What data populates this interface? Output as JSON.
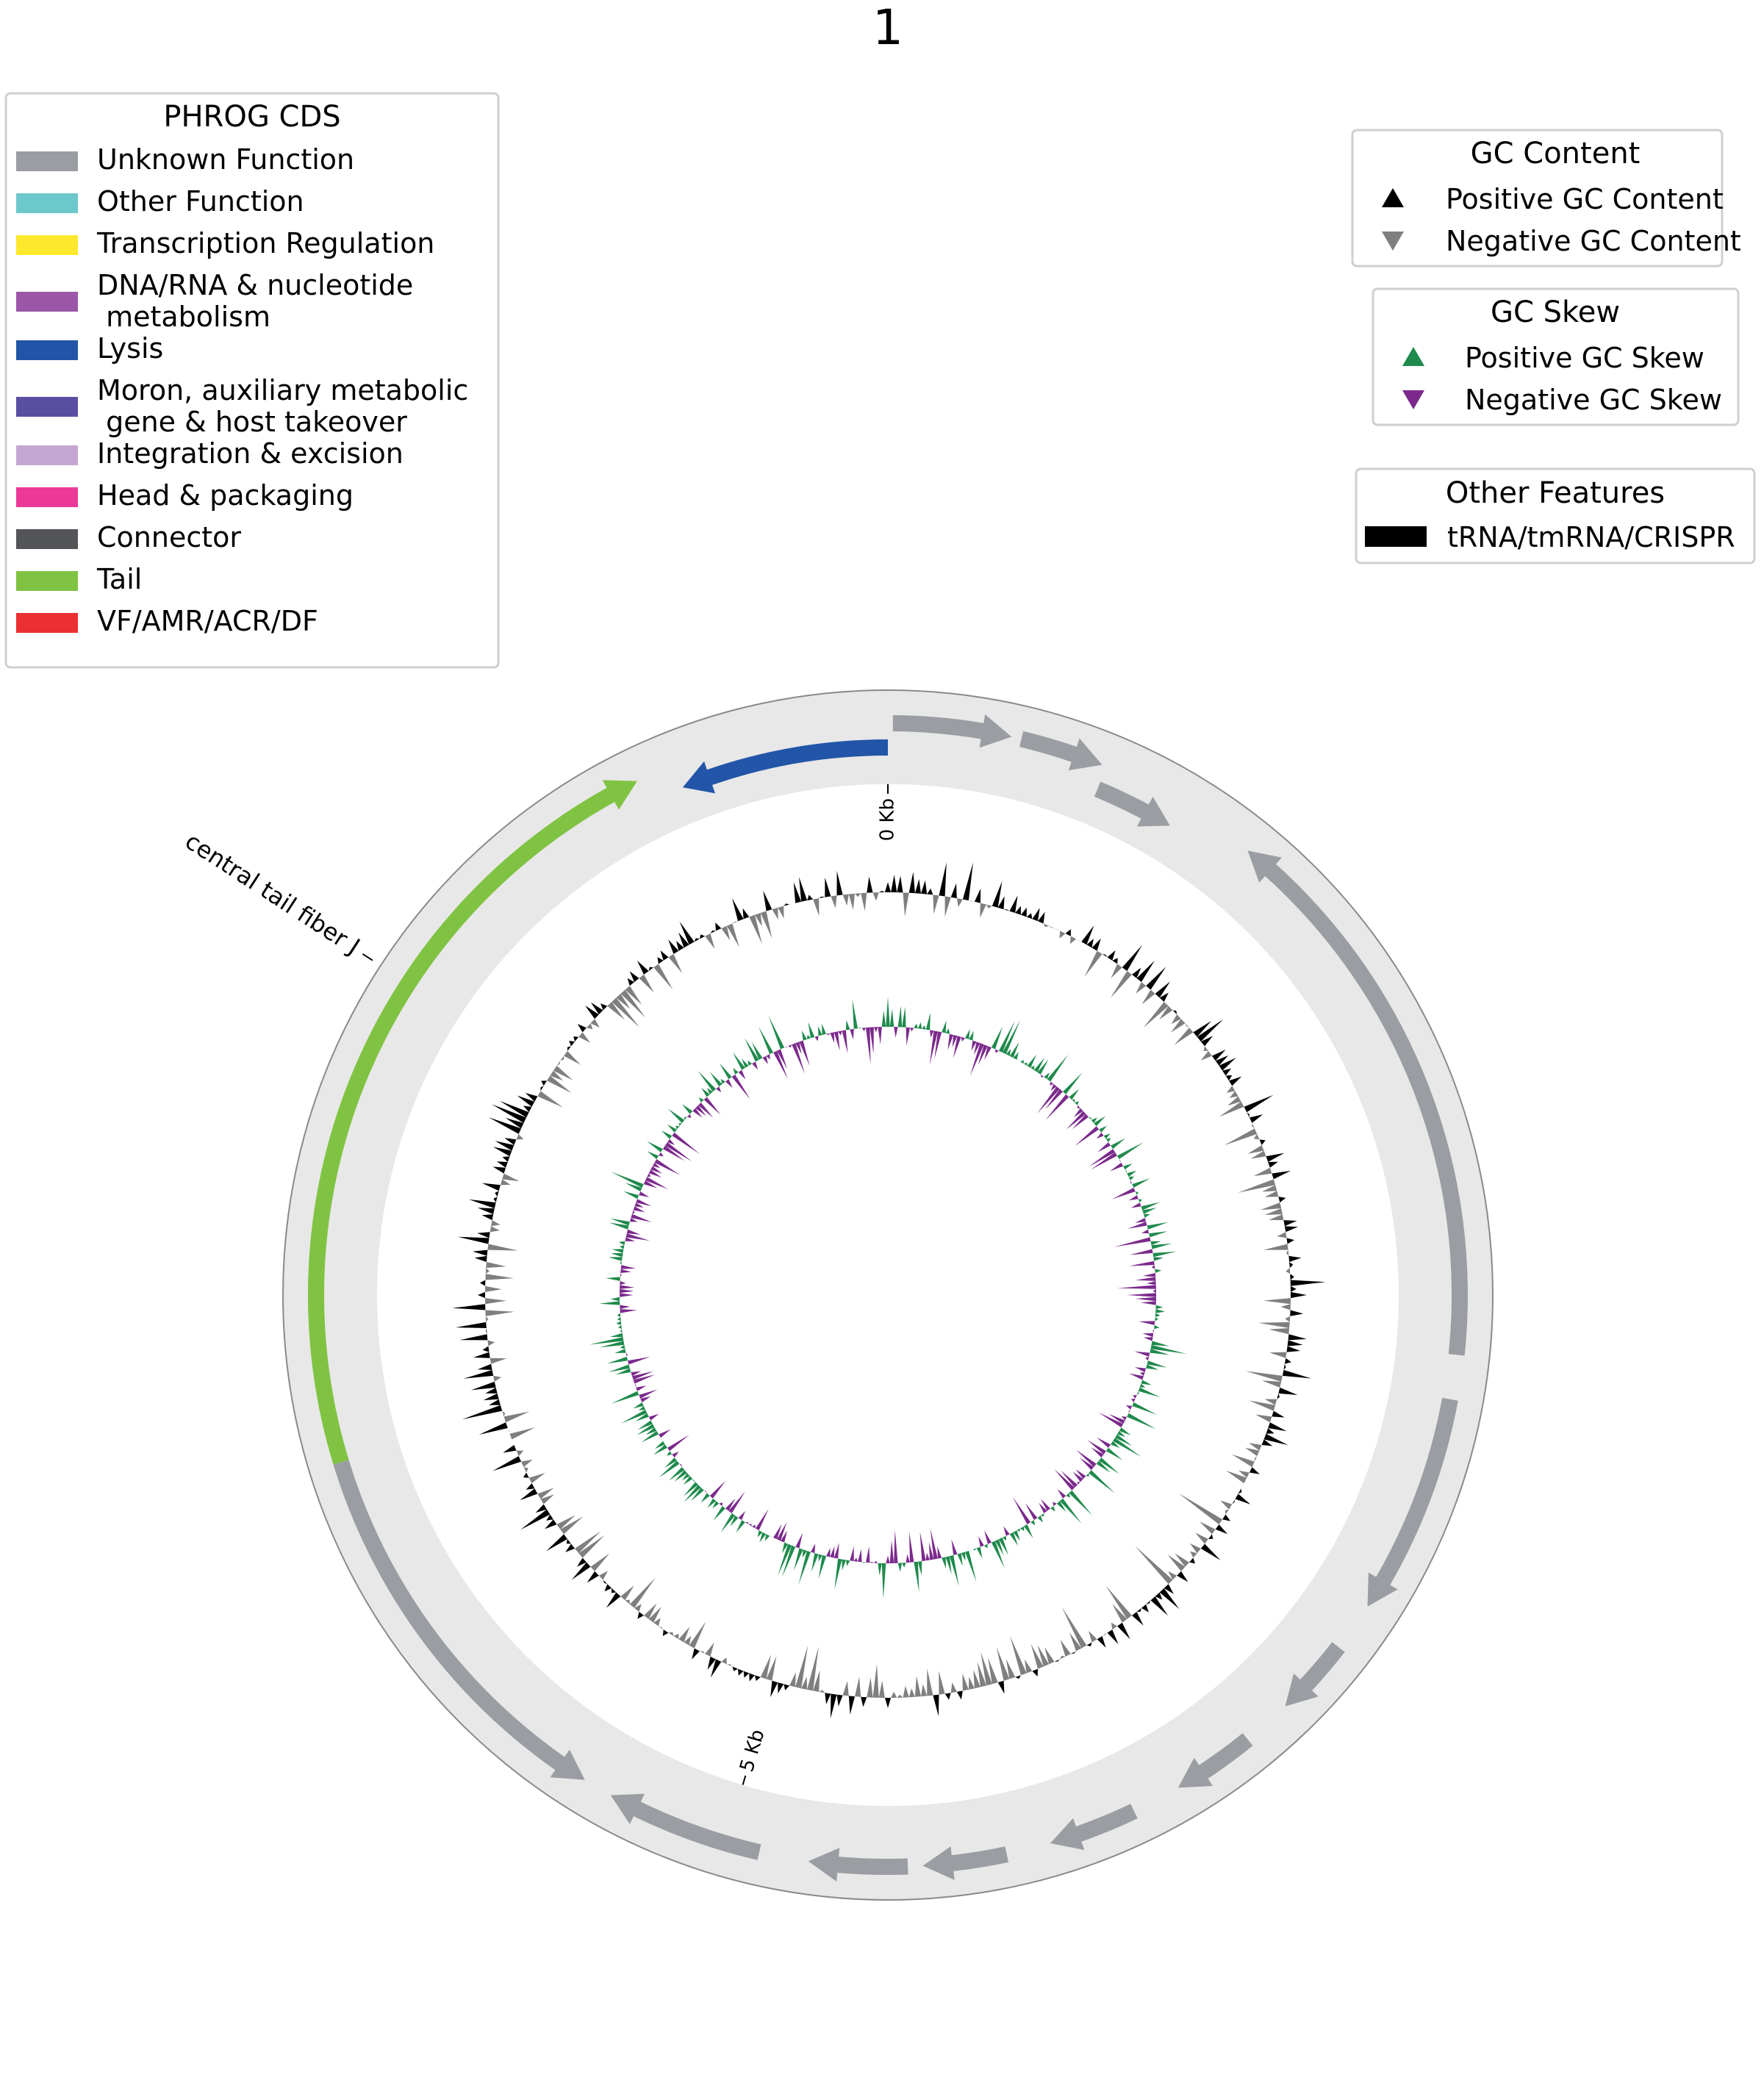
{
  "figure": {
    "title": "1"
  },
  "legends": {
    "phrog": {
      "title": "PHROG CDS",
      "items": [
        {
          "lines": [
            "Unknown Function"
          ],
          "color": "#9a9ea3"
        },
        {
          "lines": [
            "Other Function"
          ],
          "color": "#6dc8cc"
        },
        {
          "lines": [
            "Transcription Regulation"
          ],
          "color": "#fde82e"
        },
        {
          "lines": [
            "DNA/RNA & nucleotide",
            " metabolism"
          ],
          "color": "#9b56a8"
        },
        {
          "lines": [
            "Lysis"
          ],
          "color": "#2255a8"
        },
        {
          "lines": [
            "Moron, auxiliary metabolic",
            " gene & host takeover"
          ],
          "color": "#5a4ea3"
        },
        {
          "lines": [
            "Integration & excision"
          ],
          "color": "#c5a6d3"
        },
        {
          "lines": [
            "Head & packaging"
          ],
          "color": "#ec3997"
        },
        {
          "lines": [
            "Connector"
          ],
          "color": "#535558"
        },
        {
          "lines": [
            "Tail"
          ],
          "color": "#80c343"
        },
        {
          "lines": [
            "VF/AMR/ACR/DF"
          ],
          "color": "#ea3032"
        }
      ]
    },
    "gc_content": {
      "title": "GC Content",
      "items": [
        {
          "label": "Positive GC Content",
          "marker": "up",
          "color": "#000000"
        },
        {
          "label": "Negative GC Content",
          "marker": "down",
          "color": "#7f7f7f"
        }
      ]
    },
    "gc_skew": {
      "title": "GC Skew",
      "items": [
        {
          "label": "Positive GC Skew",
          "marker": "up",
          "color": "#1f8a4c"
        },
        {
          "label": "Negative GC Skew",
          "marker": "down",
          "color": "#7b2a8c"
        }
      ]
    },
    "other": {
      "title": "Other Features",
      "items": [
        {
          "label": "tRNA/tmRNA/CRISPR",
          "marker": "rect",
          "color": "#000000"
        }
      ]
    }
  },
  "map": {
    "ticks": [
      "0 Kb",
      "5 Kb"
    ],
    "gene_label": "central tail fiber J",
    "colors": {
      "ring": "#e8e8e8",
      "unknown": "#9a9ea3",
      "lysis": "#2255a8",
      "tail": "#80c343",
      "gc_pos": "#000000",
      "gc_neg": "#7f7f7f",
      "skew_pos": "#1f8a4c",
      "skew_neg": "#7b2a8c"
    },
    "features": [
      {
        "type": "unknown",
        "start_deg": 0.5,
        "end_deg": 12.5,
        "strand": 1,
        "track": "outer"
      },
      {
        "type": "unknown",
        "start_deg": 13.5,
        "end_deg": 22.0,
        "strand": 1,
        "track": "outer"
      },
      {
        "type": "unknown",
        "start_deg": 22.5,
        "end_deg": 31.0,
        "strand": 1,
        "track": "inner"
      },
      {
        "type": "unknown",
        "start_deg": 39.0,
        "end_deg": 96.0,
        "strand": -1,
        "track": "outer"
      },
      {
        "type": "unknown",
        "start_deg": 100.5,
        "end_deg": 123.0,
        "strand": 1,
        "track": "outer"
      },
      {
        "type": "unknown",
        "start_deg": 128.0,
        "end_deg": 136.0,
        "strand": 1,
        "track": "outer"
      },
      {
        "type": "unknown",
        "start_deg": 141.0,
        "end_deg": 149.5,
        "strand": 1,
        "track": "outer"
      },
      {
        "type": "unknown",
        "start_deg": 154.5,
        "end_deg": 163.5,
        "strand": 1,
        "track": "outer"
      },
      {
        "type": "unknown",
        "start_deg": 168.0,
        "end_deg": 176.5,
        "strand": 1,
        "track": "outer"
      },
      {
        "type": "unknown",
        "start_deg": 178.0,
        "end_deg": 188.0,
        "strand": 1,
        "track": "outer"
      },
      {
        "type": "unknown",
        "start_deg": 193.0,
        "end_deg": 209.0,
        "strand": 1,
        "track": "outer"
      },
      {
        "type": "unknown",
        "start_deg": 212.0,
        "end_deg": 253.0,
        "strand": -1,
        "track": "outer"
      },
      {
        "type": "tail",
        "start_deg": 253.0,
        "end_deg": 334.0,
        "strand": 1,
        "track": "outer"
      },
      {
        "type": "lysis",
        "start_deg": 338.0,
        "end_deg": 360.0,
        "strand": -1,
        "track": "inner"
      }
    ]
  }
}
